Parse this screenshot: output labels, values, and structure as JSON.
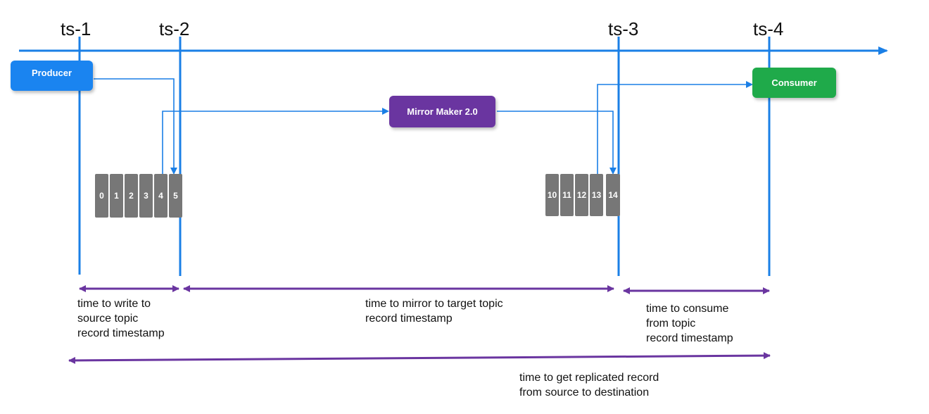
{
  "timestamps": [
    "ts-1",
    "ts-2",
    "ts-3",
    "ts-4"
  ],
  "nodes": {
    "producer": "Producer",
    "mirror_maker": "Mirror Maker 2.0",
    "consumer": "Consumer"
  },
  "source_offsets": [
    "0",
    "1",
    "2",
    "3",
    "4",
    "5"
  ],
  "target_offsets": [
    "10",
    "11",
    "12",
    "13",
    "14"
  ],
  "intervals": {
    "write": [
      "time to write to",
      "source topic",
      "record timestamp"
    ],
    "mirror": [
      "time to mirror to target topic",
      "record timestamp"
    ],
    "consume": [
      "time to consume",
      "from topic",
      "record timestamp"
    ],
    "total": [
      "time to get replicated record",
      "from source to destination"
    ]
  },
  "colors": {
    "timeline": "#1a7fe6",
    "producer": "#1a84f0",
    "mirror_maker": "#6a35a0",
    "consumer": "#1faa4a",
    "partition_cell": "#777777",
    "interval_arrow": "#6a35a0"
  }
}
